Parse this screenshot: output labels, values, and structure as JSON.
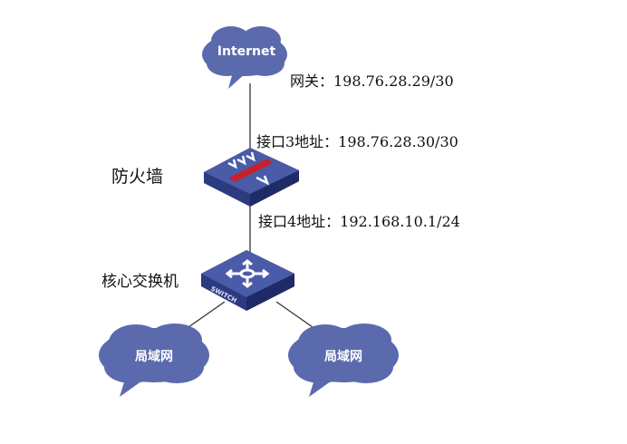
{
  "nodes": {
    "internet": {
      "label": "Internet"
    },
    "firewall": {
      "label": "防火墙"
    },
    "core_switch": {
      "label": "核心交换机",
      "badge": "SWITCH"
    },
    "lan_left": {
      "label": "局域网"
    },
    "lan_right": {
      "label": "局域网"
    }
  },
  "annotations": {
    "gateway": "网关：198.76.28.29/30",
    "interface3": "接口3地址：198.76.28.30/30",
    "interface4": "接口4地址：192.168.10.1/24"
  },
  "colors": {
    "cloud": "#5b6aad",
    "device_top": "#4a5ba8",
    "device_side": "#2c3a80",
    "firewall_bar": "#c8202a"
  }
}
